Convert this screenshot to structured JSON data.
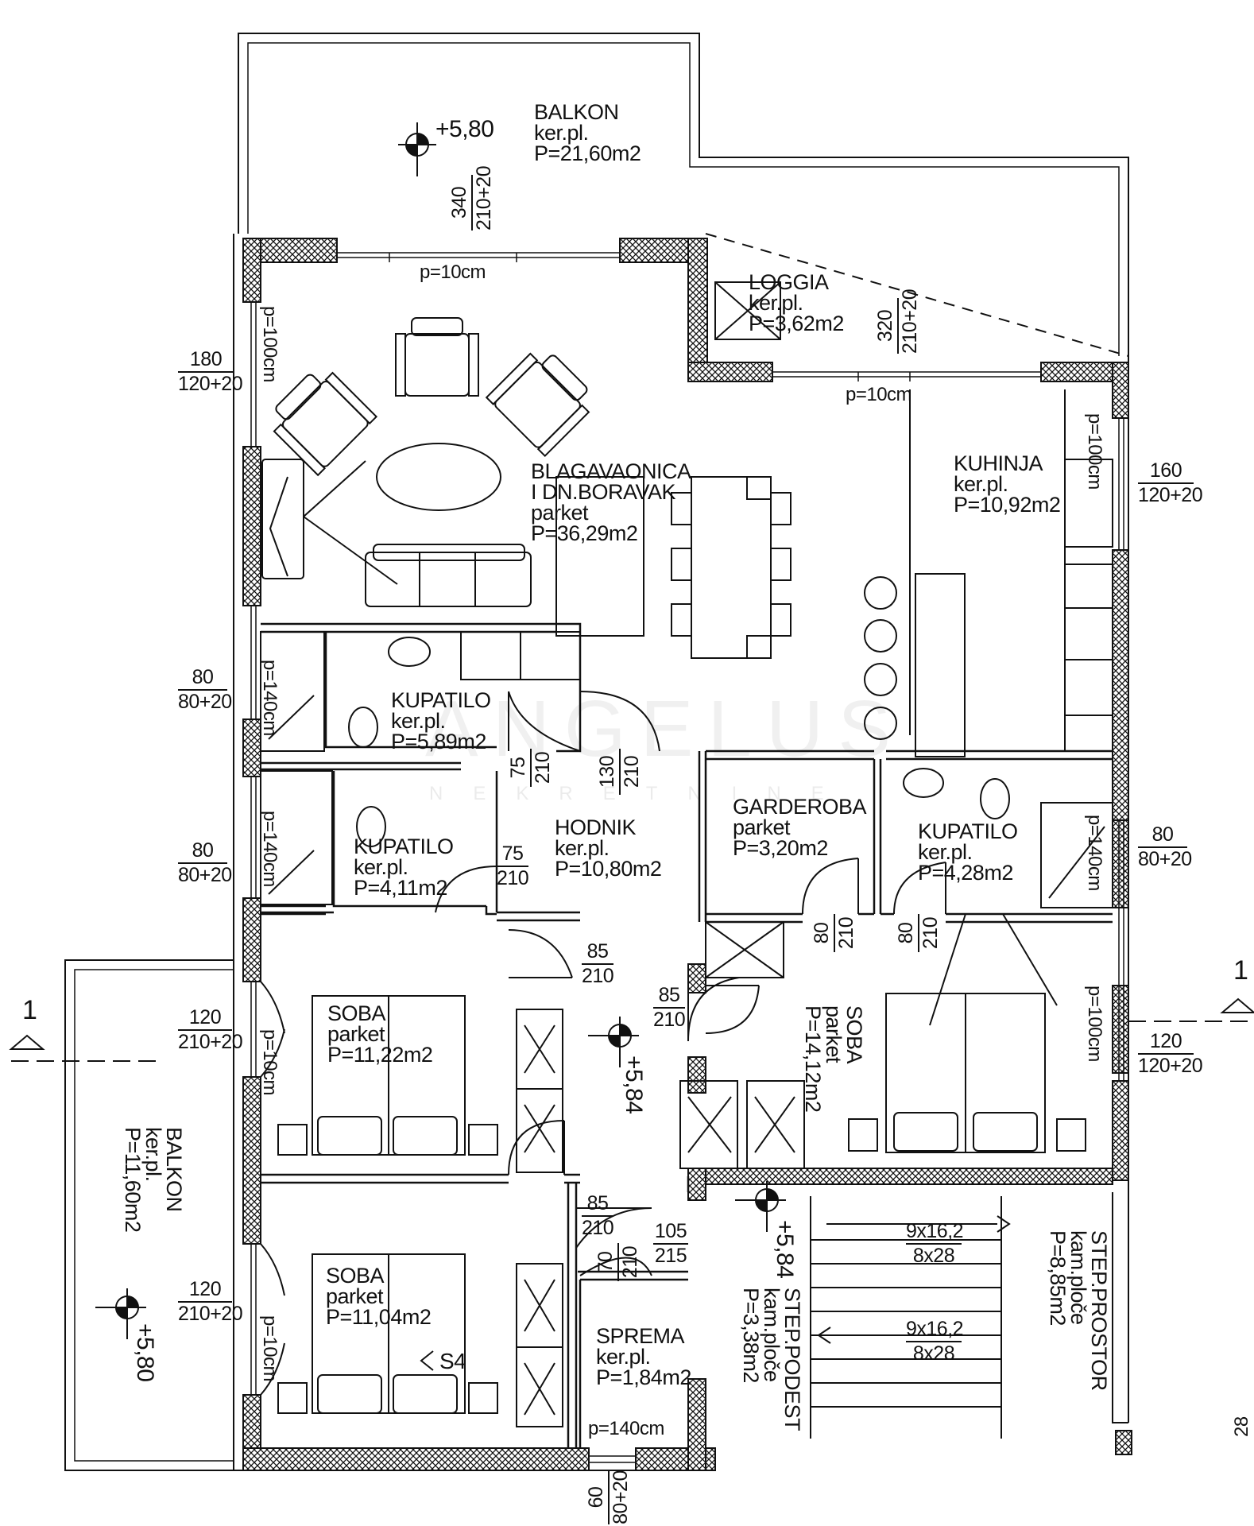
{
  "rooms": {
    "balkon_top": {
      "name": "BALKON",
      "floor": "ker.pl.",
      "area": "P=21,60m2"
    },
    "loggia": {
      "name": "LOGGIA",
      "floor": "ker.pl.",
      "area": "P=3,62m2"
    },
    "dining": {
      "name": "BLAGAVAONICA",
      "name2": "I DN.BORAVAK",
      "floor": "parket",
      "area": "P=36,29m2"
    },
    "kitchen": {
      "name": "KUHINJA",
      "floor": "ker.pl.",
      "area": "P=10,92m2"
    },
    "bath1": {
      "name": "KUPATILO",
      "floor": "ker.pl.",
      "area": "P=5,89m2"
    },
    "bath2": {
      "name": "KUPATILO",
      "floor": "ker.pl.",
      "area": "P=4,11m2"
    },
    "hall": {
      "name": "HODNIK",
      "floor": "ker.pl.",
      "area": "P=10,80m2"
    },
    "wardrobe": {
      "name": "GARDEROBA",
      "floor": "parket",
      "area": "P=3,20m2"
    },
    "bath3": {
      "name": "KUPATILO",
      "floor": "ker.pl.",
      "area": "P=4,28m2"
    },
    "room1": {
      "name": "SOBA",
      "floor": "parket",
      "area": "P=11,22m2"
    },
    "room2": {
      "name": "SOBA",
      "floor": "parket",
      "area": "P=14,12m2"
    },
    "room3": {
      "name": "SOBA",
      "floor": "parket",
      "area": "P=11,04m2"
    },
    "storage": {
      "name": "SPREMA",
      "floor": "ker.pl.",
      "area": "P=1,84m2"
    },
    "balkon_left": {
      "name": "BALKON",
      "floor": "ker.pl.",
      "area": "P=11,60m2"
    },
    "landing": {
      "name": "STEP.PODEST",
      "floor": "kam.ploče",
      "area": "P=3,38m2"
    },
    "stairs": {
      "name": "STEP.PROSTOR",
      "floor": "kam.ploče",
      "area": "P=8,85m2"
    }
  },
  "levels": {
    "top": "+5,80",
    "center": "+5,84",
    "landing": "+5,84",
    "left": "+5,80"
  },
  "dimensions": {
    "top_window_a": "340",
    "top_window_b": "210+20",
    "loggia_window_a": "320",
    "loggia_window_b": "210+20",
    "left1_a": "180",
    "left1_b": "120+20",
    "right1_a": "160",
    "right1_b": "120+20",
    "left2_a": "80",
    "left2_b": "80+20",
    "left3_a": "80",
    "left3_b": "80+20",
    "right2_a": "80",
    "right2_b": "80+20",
    "left4_a": "120",
    "left4_b": "210+20",
    "right3_a": "120",
    "right3_b": "120+20",
    "left5_a": "120",
    "left5_b": "210+20",
    "bottom_a": "60",
    "bottom_b": "80+20",
    "door_bath1_a": "75",
    "door_bath1_b": "210",
    "door_kitchen_a": "130",
    "door_kitchen_b": "210",
    "door_bath2_a": "75",
    "door_bath2_b": "210",
    "door_room1_a": "85",
    "door_room1_b": "210",
    "door_hall_a": "85",
    "door_hall_b": "210",
    "door_ward_a": "80",
    "door_ward_b": "210",
    "door_bath3_a": "80",
    "door_bath3_b": "210",
    "door_room3_a": "85",
    "door_room3_b": "210",
    "door_entry_a": "105",
    "door_entry_b": "215",
    "door_storage_a": "70",
    "door_storage_b": "210",
    "parapet_top": "p=10cm",
    "parapet_loggia": "p=10cm",
    "parapet_left1": "p=100cm",
    "parapet_right1": "p=100cm",
    "parapet_left2": "p=140cm",
    "parapet_left3": "p=140cm",
    "parapet_right2": "p=140cm",
    "parapet_left4": "p=10cm",
    "parapet_right3": "p=100cm",
    "parapet_left5": "p=10cm",
    "parapet_bottom": "p=140cm"
  },
  "stairs": {
    "flight1": "9x16,2",
    "flight1b": "8x28",
    "flight2": "9x16,2",
    "flight2b": "8x28"
  },
  "marks": {
    "section_left": "1",
    "section_right": "1",
    "stair_code": "S4",
    "edge_note": "28"
  },
  "watermark": {
    "main": "ANGELUS",
    "sub": "NEKRETNINE"
  }
}
